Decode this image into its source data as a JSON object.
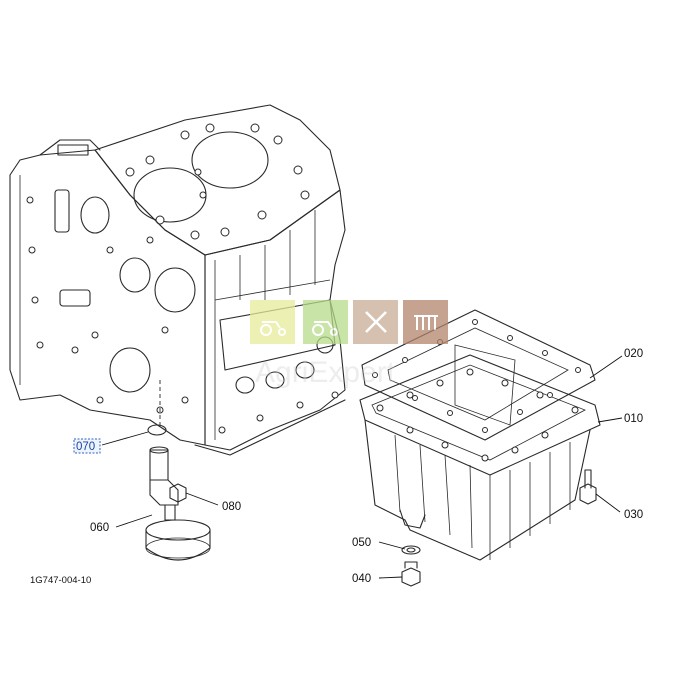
{
  "callouts": [
    {
      "id": "020",
      "label": "020"
    },
    {
      "id": "010",
      "label": "010"
    },
    {
      "id": "030",
      "label": "030"
    },
    {
      "id": "050",
      "label": "050"
    },
    {
      "id": "040",
      "label": "040"
    },
    {
      "id": "070",
      "label": "070",
      "selected": true
    },
    {
      "id": "080",
      "label": "080"
    },
    {
      "id": "060",
      "label": "060"
    }
  ],
  "diagram_code": "1G747-004-10",
  "watermark": {
    "text": "AgriExpert",
    "tile_colors": [
      "#e7ec9a",
      "#b8db8a",
      "#c9ad96",
      "#b3836b"
    ],
    "icons": [
      "tractor-icon",
      "tractor-icon",
      "tools-icon",
      "rake-icon"
    ]
  },
  "colors": {
    "line": "#2a2a2a",
    "selection": "#2f62c8"
  }
}
